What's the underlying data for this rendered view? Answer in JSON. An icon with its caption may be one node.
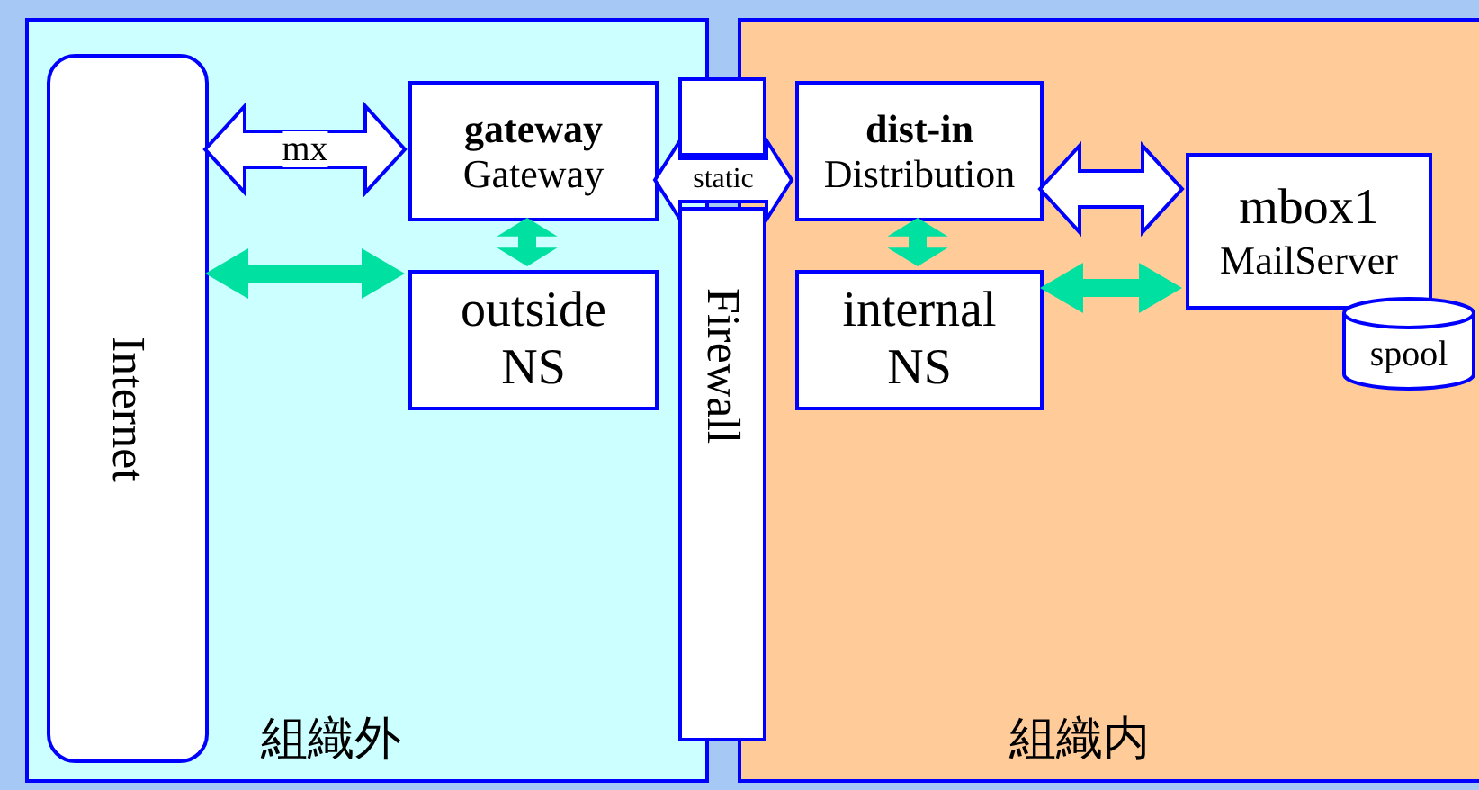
{
  "diagram": {
    "nodes": [
      {
        "text": [
          "組織外"
        ]
      },
      {
        "text": [
          "組織内"
        ]
      },
      {
        "text": [
          "Internet"
        ],
        "in": 0
      },
      {
        "text": [
          "gateway",
          "Gateway"
        ],
        "in": 0
      },
      {
        "text": [
          "outside NS"
        ],
        "in": 0
      },
      {
        "text": [],
        "shape": "box"
      },
      {
        "text": [
          "Firewall"
        ]
      },
      {
        "text": [
          "dist-in",
          "Distribution"
        ],
        "in": 1
      },
      {
        "text": [
          "internal NS"
        ],
        "in": 1
      },
      {
        "text": [
          "mbox1",
          "MailServer"
        ],
        "in": 1
      },
      {
        "text": [
          "spool"
        ],
        "in": 1
      }
    ],
    "edges": [
      {
        "from": 2,
        "to": 3,
        "arrow": "both",
        "label": "mx"
      },
      {
        "from": 2,
        "to": 4,
        "arrow": "both",
        "style": "thick",
        "color": "#00e0a0"
      },
      {
        "from": 3,
        "to": 4,
        "arrow": "both",
        "style": "thick",
        "color": "#00e0a0"
      },
      {
        "from": 3,
        "to": 7,
        "arrow": "both",
        "label": "static"
      },
      {
        "from": 7,
        "to": 8,
        "arrow": "both",
        "style": "thick",
        "color": "#00e0a0"
      },
      {
        "from": 7,
        "to": 9,
        "arrow": "both"
      },
      {
        "from": 8,
        "to": 9,
        "arrow": "both",
        "style": "thick",
        "color": "#00e0a0"
      }
    ]
  }
}
